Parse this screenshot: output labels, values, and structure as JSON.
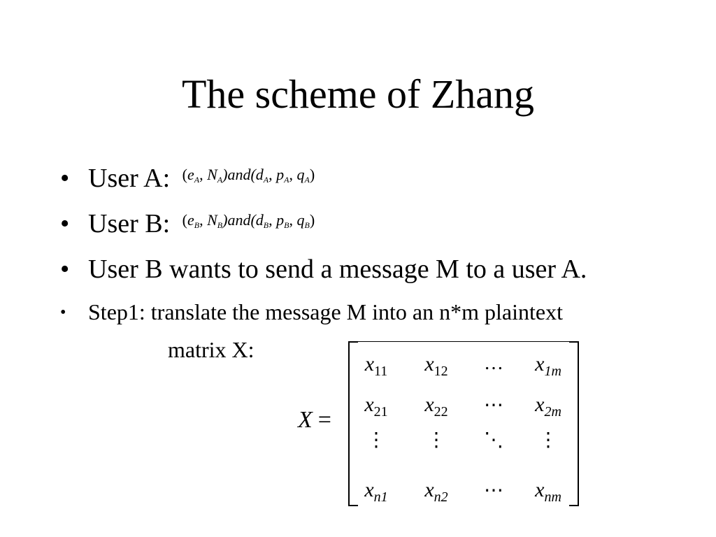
{
  "title": "The scheme of Zhang",
  "bullets": [
    {
      "marker": "•",
      "label": "User A:",
      "key_expr": "(e_A, N_A) and (d_A, p_A, q_A)"
    },
    {
      "marker": "•",
      "label": "User B:",
      "key_expr": "(e_B, N_B) and (d_B, p_B, q_B)"
    },
    {
      "marker": "•",
      "text": "User B wants to send a message M to a user A."
    },
    {
      "marker": "•",
      "text": "Step1: translate the message M into an n*m plaintext",
      "continuation": "matrix X:"
    }
  ],
  "math": {
    "user_a": {
      "open": "(",
      "e": "e",
      "e_sub": "A",
      "comma": ",",
      "n": "N",
      "n_sub": "A",
      "close_and": ")and(",
      "d": "d",
      "d_sub": "A",
      "p": "p",
      "p_sub": "A",
      "q": "q",
      "q_sub": "A",
      "close": ")"
    },
    "user_b": {
      "open": "(",
      "e": "e",
      "e_sub": "B",
      "comma": ",",
      "n": "N",
      "n_sub": "B",
      "close_and": ")and(",
      "d": "d",
      "d_sub": "B",
      "p": "p",
      "p_sub": "B",
      "q": "q",
      "q_sub": "B",
      "close": ")"
    }
  },
  "matrix": {
    "lhs": "X",
    "equals": "=",
    "var": "x",
    "rows": [
      [
        "11",
        "12",
        "…",
        "1m"
      ],
      [
        "21",
        "22",
        "⋯",
        "2m"
      ],
      [
        "⋮",
        "⋮",
        "⋱",
        "⋮"
      ],
      [
        "n1",
        "n2",
        "⋯",
        "nm"
      ]
    ]
  }
}
